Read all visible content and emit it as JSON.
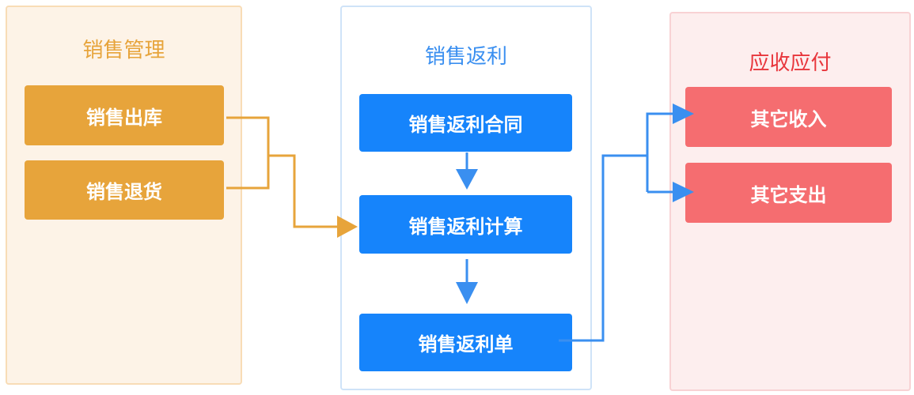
{
  "colors": {
    "orange": "#e7a43b",
    "blue": "#1684fb",
    "red": "#f56d70",
    "blue_connector": "#3a8ff0"
  },
  "panels": {
    "sales": {
      "title": "销售管理",
      "nodes": [
        "销售出库",
        "销售退货"
      ]
    },
    "rebate": {
      "title": "销售返利",
      "nodes": [
        "销售返利合同",
        "销售返利计算",
        "销售返利单"
      ]
    },
    "receivables": {
      "title": "应收应付",
      "nodes": [
        "其它收入",
        "其它支出"
      ]
    }
  },
  "edges": [
    {
      "from": "销售出库",
      "to": "销售返利计算"
    },
    {
      "from": "销售退货",
      "to": "销售返利计算"
    },
    {
      "from": "销售返利合同",
      "to": "销售返利计算"
    },
    {
      "from": "销售返利计算",
      "to": "销售返利单"
    },
    {
      "from": "销售返利单",
      "to": "其它收入"
    },
    {
      "from": "销售返利单",
      "to": "其它支出"
    }
  ]
}
